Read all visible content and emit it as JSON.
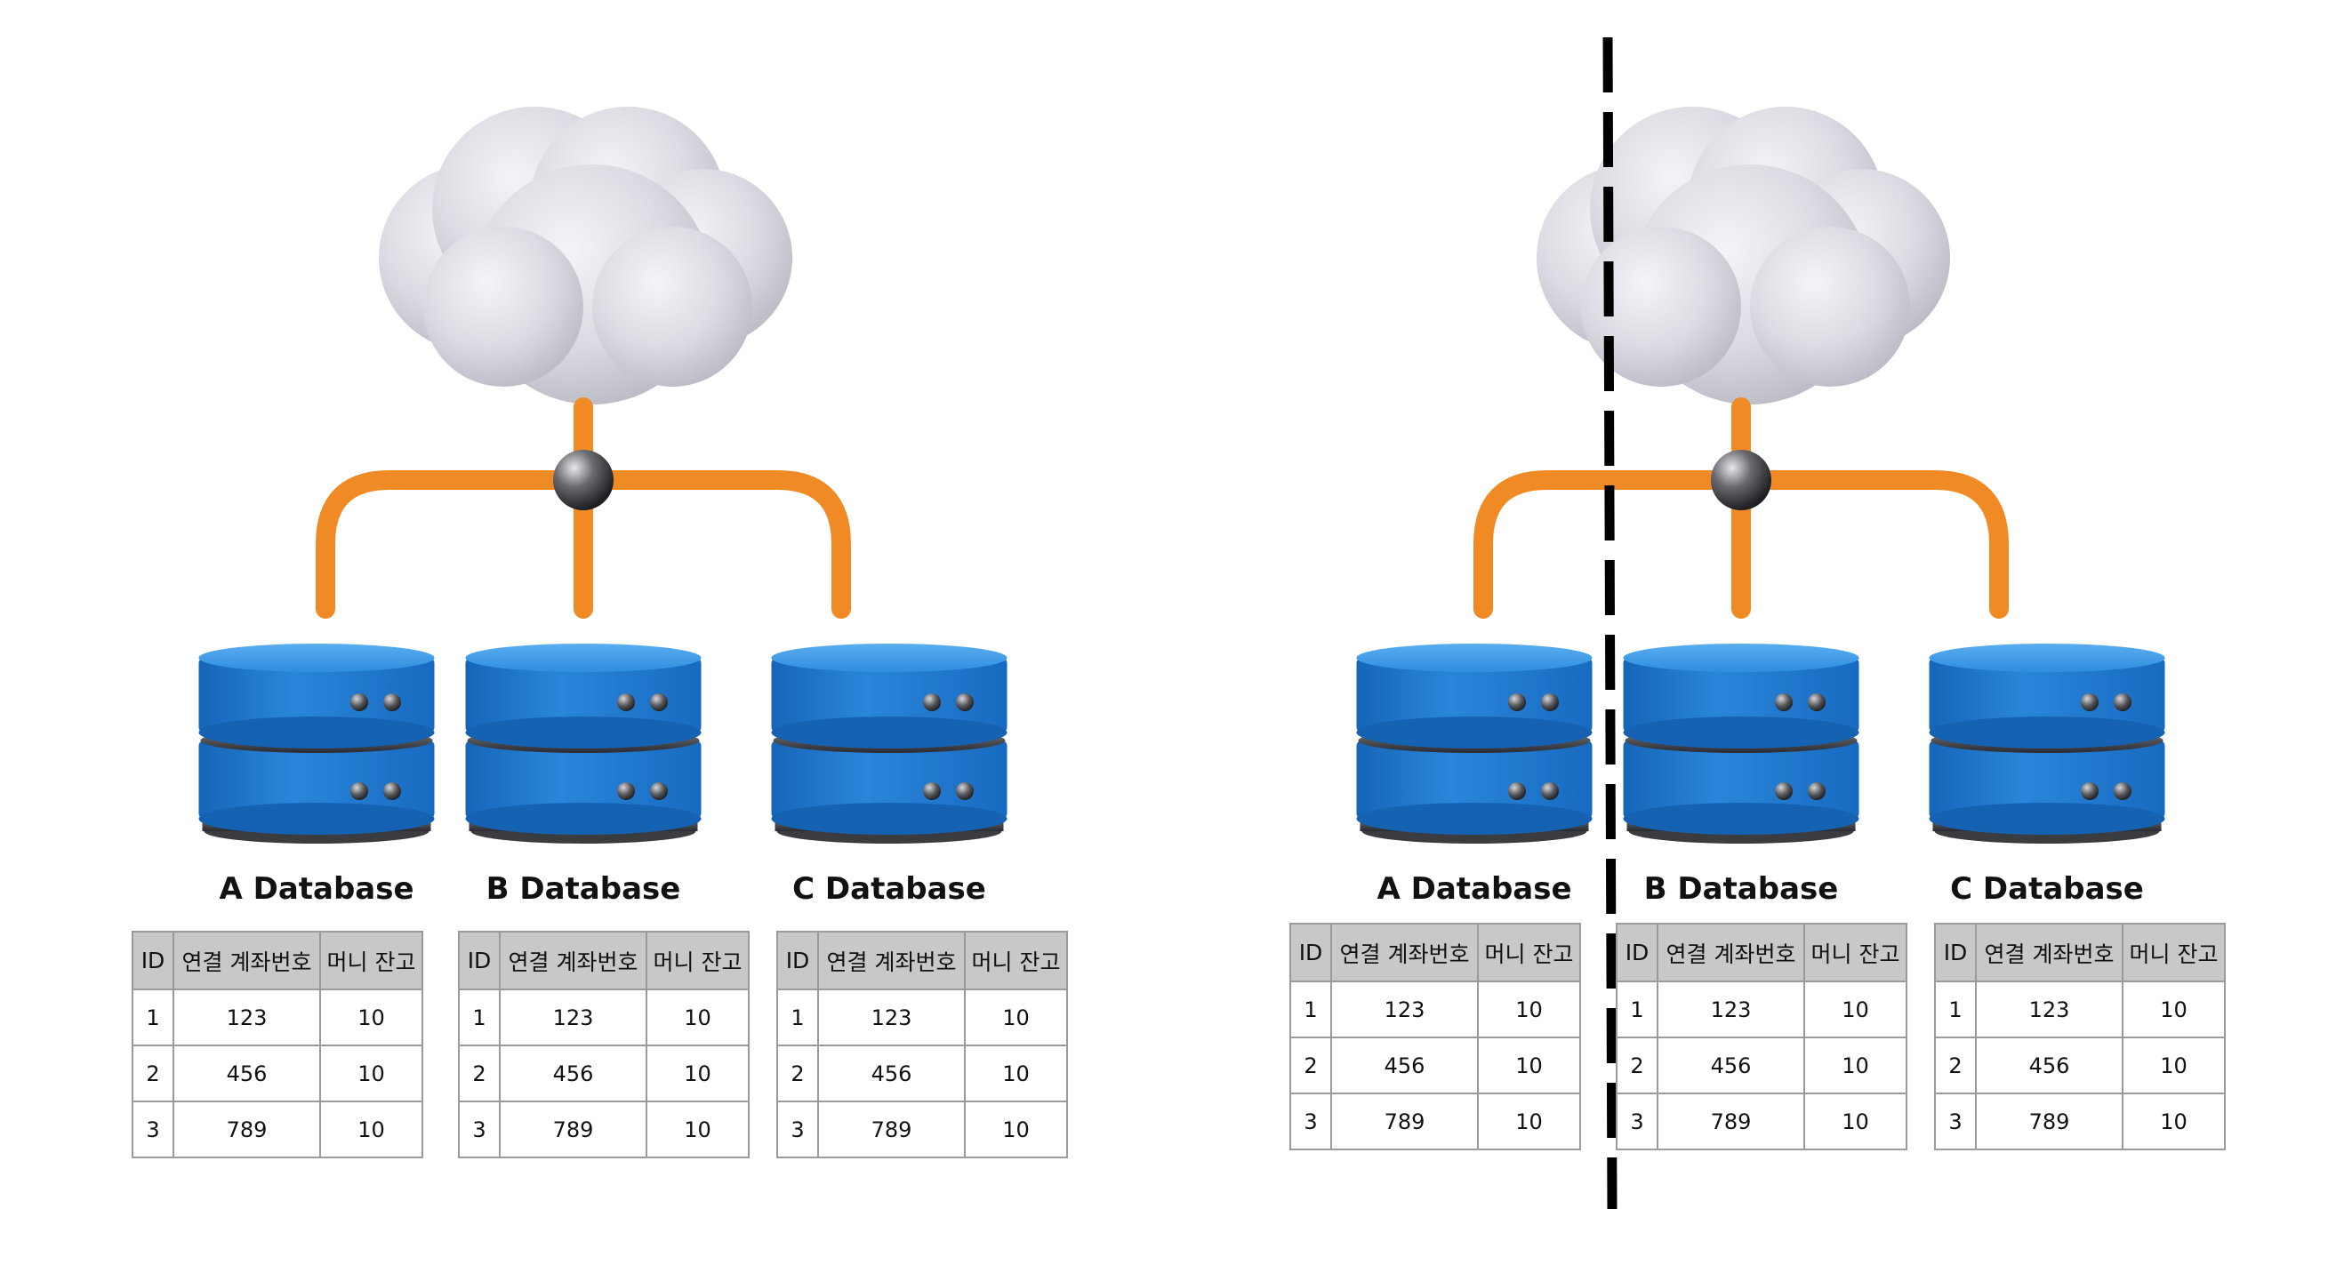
{
  "colors": {
    "database_body": "#1f78cf",
    "database_top": "#3c98e6",
    "pipe": "#f08a24",
    "hub": "#55565a",
    "cloud": "#dadae2",
    "table_header": "#c8c8c8",
    "divider": "#000000"
  },
  "icons": [
    "cloud-icon",
    "database-icon",
    "network-hub-icon"
  ],
  "panels": [
    {
      "databases": [
        {
          "label": "A Database",
          "headers": [
            "ID",
            "연결 계좌번호",
            "머니 잔고"
          ],
          "rows": [
            [
              "1",
              "123",
              "10"
            ],
            [
              "2",
              "456",
              "10"
            ],
            [
              "3",
              "789",
              "10"
            ]
          ]
        },
        {
          "label": "B Database",
          "headers": [
            "ID",
            "연결 계좌번호",
            "머니 잔고"
          ],
          "rows": [
            [
              "1",
              "123",
              "10"
            ],
            [
              "2",
              "456",
              "10"
            ],
            [
              "3",
              "789",
              "10"
            ]
          ]
        },
        {
          "label": "C Database",
          "headers": [
            "ID",
            "연결 계좌번호",
            "머니 잔고"
          ],
          "rows": [
            [
              "1",
              "123",
              "10"
            ],
            [
              "2",
              "456",
              "10"
            ],
            [
              "3",
              "789",
              "10"
            ]
          ]
        }
      ]
    },
    {
      "partitioned": true,
      "databases": [
        {
          "label": "A Database",
          "headers": [
            "ID",
            "연결 계좌번호",
            "머니 잔고"
          ],
          "rows": [
            [
              "1",
              "123",
              "10"
            ],
            [
              "2",
              "456",
              "10"
            ],
            [
              "3",
              "789",
              "10"
            ]
          ]
        },
        {
          "label": "B Database",
          "headers": [
            "ID",
            "연결 계좌번호",
            "머니 잔고"
          ],
          "rows": [
            [
              "1",
              "123",
              "10"
            ],
            [
              "2",
              "456",
              "10"
            ],
            [
              "3",
              "789",
              "10"
            ]
          ]
        },
        {
          "label": "C Database",
          "headers": [
            "ID",
            "연결 계좌번호",
            "머니 잔고"
          ],
          "rows": [
            [
              "1",
              "123",
              "10"
            ],
            [
              "2",
              "456",
              "10"
            ],
            [
              "3",
              "789",
              "10"
            ]
          ]
        }
      ]
    }
  ]
}
